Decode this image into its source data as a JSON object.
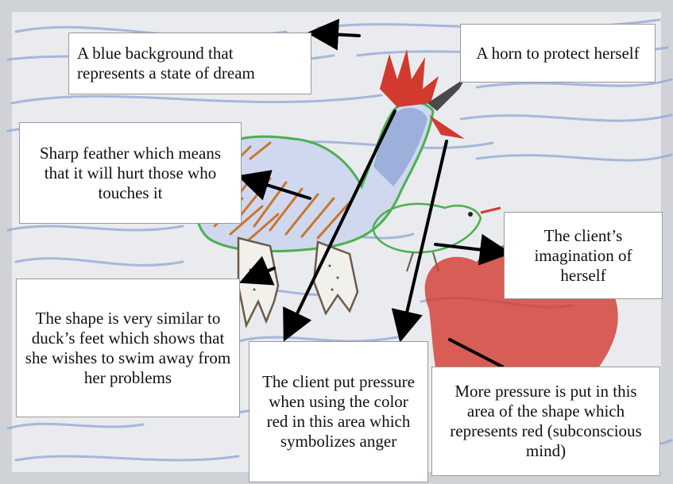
{
  "annotations": {
    "blue_background": "A blue background that represents a state of dream",
    "horn": "A horn to protect herself",
    "sharp_feather": "Sharp feather which means that it will hurt those who touches it",
    "imagination": "The client’s imagination of herself",
    "duck_feet": "The shape is very similar to duck’s feet which shows that she wishes to swim away from her problems",
    "pressure_red": "The client put pressure when using the color red in this area which symbolizes anger",
    "more_pressure": "More pressure is put in this area of the shape which represents red (subconscious mind)"
  },
  "colors": {
    "paper": "#e9ebee",
    "blue_crayon": "#8fa6d6",
    "red_crayon": "#d23a2f",
    "green_crayon": "#4caf50",
    "orange_crayon": "#c9762e",
    "arrow": "#000000"
  }
}
